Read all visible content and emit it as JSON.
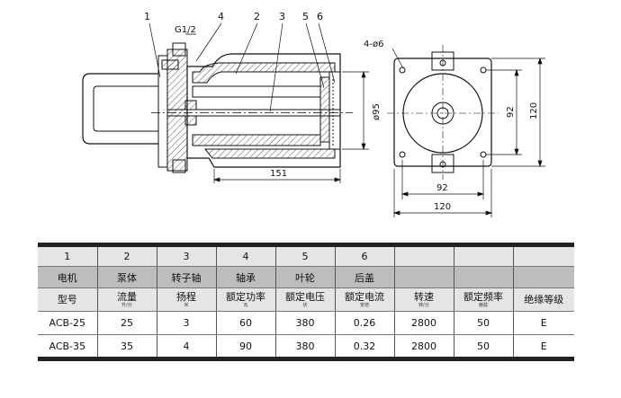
{
  "drawing": {
    "callouts": [
      "1",
      "4",
      "2",
      "3",
      "5",
      "6"
    ],
    "thread_label": "G1/2",
    "holes_label": "4-ø6",
    "dim_length": "151",
    "dim_diameter": "ø95",
    "dim_inner_v": "92",
    "dim_outer_v": "120",
    "dim_inner_h": "92",
    "dim_outer_h": "120"
  },
  "table": {
    "part_numbers": [
      "1",
      "2",
      "3",
      "4",
      "5",
      "6"
    ],
    "part_names": [
      "电机",
      "泵体",
      "转子轴",
      "轴承",
      "叶轮",
      "后盖"
    ],
    "spec_headers": [
      {
        "label": "型号",
        "unit": ""
      },
      {
        "label": "流量",
        "unit": "升/分"
      },
      {
        "label": "扬程",
        "unit": "米"
      },
      {
        "label": "额定功率",
        "unit": "瓦"
      },
      {
        "label": "额定电压",
        "unit": "伏"
      },
      {
        "label": "额定电流",
        "unit": "安培"
      },
      {
        "label": "转速",
        "unit": "转/分"
      },
      {
        "label": "额定频率",
        "unit": "赫兹"
      },
      {
        "label": "绝缘等级",
        "unit": ""
      }
    ],
    "rows": [
      [
        "ACB-25",
        "25",
        "3",
        "60",
        "380",
        "0.26",
        "2800",
        "50",
        "E"
      ],
      [
        "ACB-35",
        "35",
        "4",
        "90",
        "380",
        "0.32",
        "2800",
        "50",
        "E"
      ]
    ]
  }
}
